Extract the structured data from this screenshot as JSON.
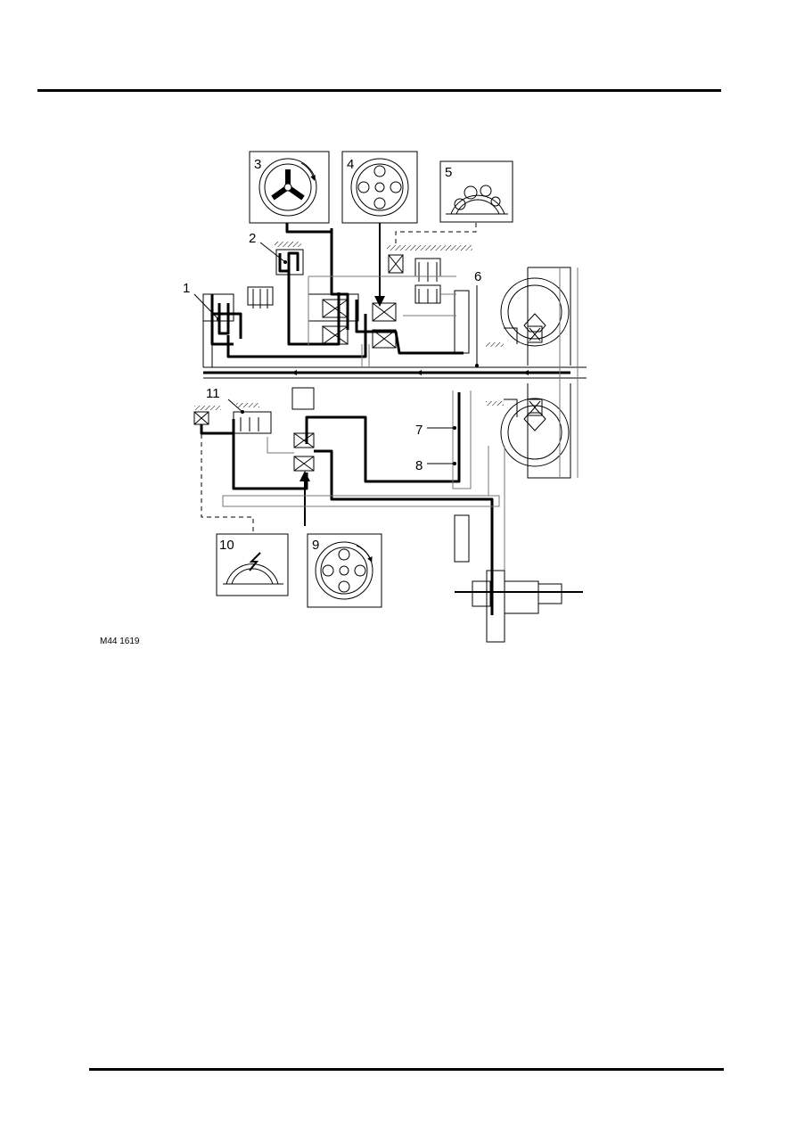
{
  "figure": {
    "reference": "M44 1619",
    "callouts": [
      "1",
      "2",
      "3",
      "4",
      "5",
      "6",
      "7",
      "8",
      "9",
      "10",
      "11"
    ]
  }
}
